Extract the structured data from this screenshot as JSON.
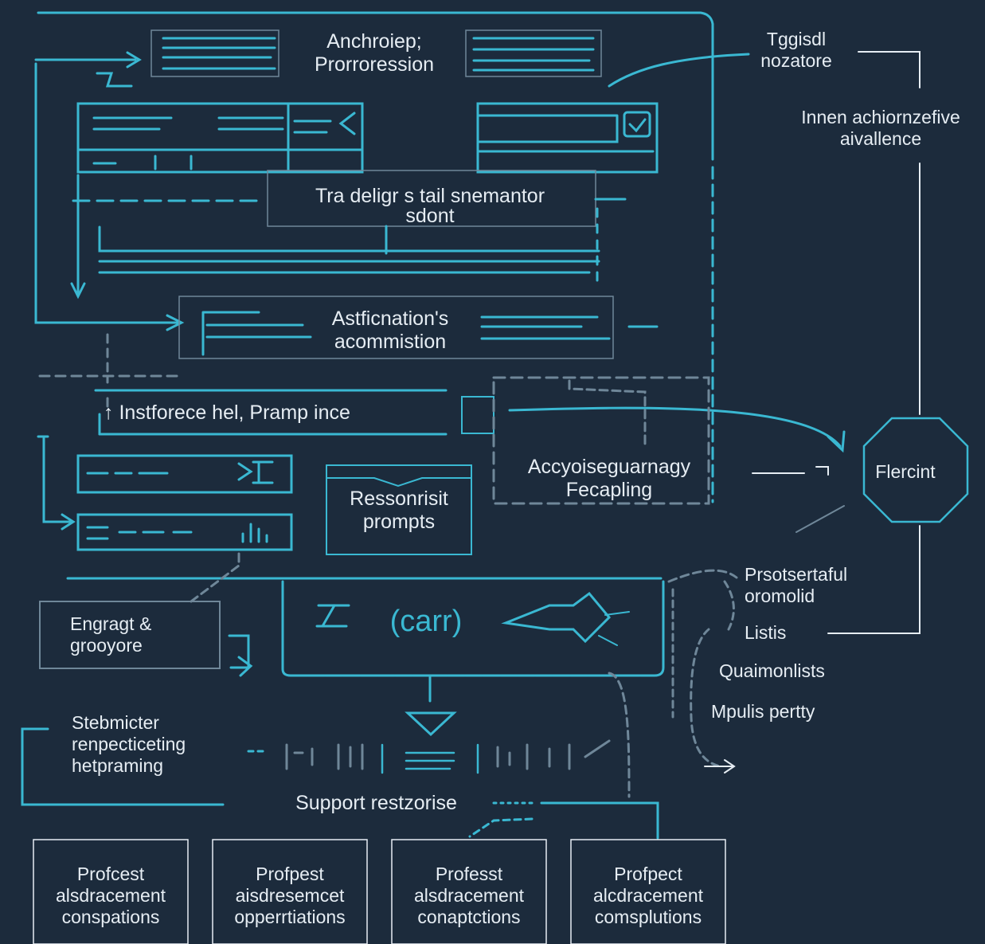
{
  "colors": {
    "background": "#1c2b3c",
    "line": "#3ab8d2",
    "line_dim": "#6f8799",
    "text": "#e6edf3",
    "box_fill": "#1f3042"
  },
  "nodes": {
    "header": [
      "Anchroiep;",
      "Prorroression"
    ],
    "design_detail": [
      "Tra deligr s tail snemantor",
      "sdont"
    ],
    "astfication": [
      "Astficnation's",
      "acommistion"
    ],
    "instforece": "Instforece hel, Pramp ince",
    "accyoise": [
      "Accyoiseguarnagy",
      "Fecapling"
    ],
    "ressorisit": [
      "Ressonrisit",
      "prompts"
    ],
    "engragt": [
      "Engragt &",
      "grooyore"
    ],
    "center_glyph": "(carr)",
    "stebmicter": [
      "Stebmicter",
      "renpecticeting",
      "hetpraming"
    ],
    "support": "Support restzorise",
    "bottom_boxes": [
      [
        "Profcest",
        "alsdracement",
        "conspations"
      ],
      [
        "Profpest",
        "aisdresemcet",
        "opperrtiations"
      ],
      [
        "Professt",
        "alsdracement",
        "conaptctions"
      ],
      [
        "Profpect",
        "alcdracement",
        "comsplutions"
      ]
    ]
  },
  "right_panel": {
    "tggisdl": [
      "Tggisdl",
      "nozatore"
    ],
    "innen": [
      "Innen achiornzefive",
      "aivallence"
    ],
    "flercint": "Flercint",
    "prsotsertaful": [
      "Prsotsertaful",
      "oromolid"
    ],
    "listis": "Listis",
    "quaimonlists": "Quaimonlists",
    "mpulis": "Mpulis pertty"
  }
}
